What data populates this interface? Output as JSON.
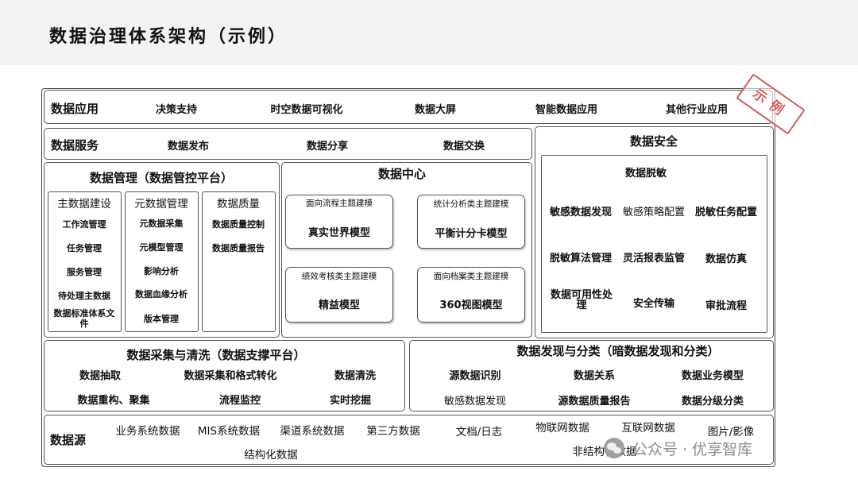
{
  "title": "数据治理体系架构（示例）",
  "stamp": "示例",
  "watermark": "公众号 · 优享智库",
  "app_layer": {
    "label": "数据应用",
    "items": [
      "决策支持",
      "时空数据可视化",
      "数据大屏",
      "智能数据应用",
      "其他行业应用"
    ]
  },
  "service_layer": {
    "label": "数据服务",
    "items": [
      "数据发布",
      "数据分享",
      "数据交换"
    ]
  },
  "management": {
    "title": "数据管理（数据管控平台）",
    "columns": [
      {
        "header": "主数据建设",
        "items": [
          "工作流管理",
          "任务管理",
          "服务管理",
          "待处理主数据",
          "数据标准体系文件"
        ]
      },
      {
        "header": "元数据管理",
        "items": [
          "元数据采集",
          "元模型管理",
          "影响分析",
          "数据血缘分析",
          "版本管理"
        ]
      },
      {
        "header": "数据质量",
        "items": [
          "数据质量控制",
          "数据质量报告"
        ]
      }
    ]
  },
  "data_center": {
    "title": "数据中心",
    "boxes": [
      {
        "header": "面向流程主题建模",
        "body": "真实世界模型"
      },
      {
        "header": "统计分析类主题建模",
        "body": "平衡计分卡模型"
      },
      {
        "header": "绩效考核类主题建模",
        "body": "精益模型"
      },
      {
        "header": "面向档案类主题建模",
        "body": "360视图模型"
      }
    ]
  },
  "security": {
    "title": "数据安全",
    "subtitle": "数据脱敏",
    "items": [
      "敏感数据发现",
      "敏感策略配置",
      "脱敏任务配置",
      "脱敏算法管理",
      "灵活报表监管",
      "数据仿真",
      "数据可用性处理",
      "安全传输",
      "审批流程"
    ]
  },
  "collection": {
    "title": "数据采集与清洗（数据支撑平台）",
    "items": [
      "数据抽取",
      "数据采集和格式转化",
      "数据清洗",
      "数据重构、聚集",
      "流程监控",
      "实时挖掘"
    ]
  },
  "discovery": {
    "title": "数据发现与分类（暗数据发现和分类）",
    "items": [
      "源数据识别",
      "数据关系",
      "数据业务模型",
      "敏感数据发现",
      "源数据质量报告",
      "数据分级分类"
    ]
  },
  "sources": {
    "label": "数据源",
    "structured": [
      "业务系统数据",
      "MIS系统数据",
      "渠道系统数据",
      "第三方数据"
    ],
    "structured_label": "结构化数据",
    "unstructured": [
      "文档/日志",
      "物联网数据",
      "互联网数据",
      "图片/影像"
    ],
    "unstructured_label": "非结构化数据"
  }
}
